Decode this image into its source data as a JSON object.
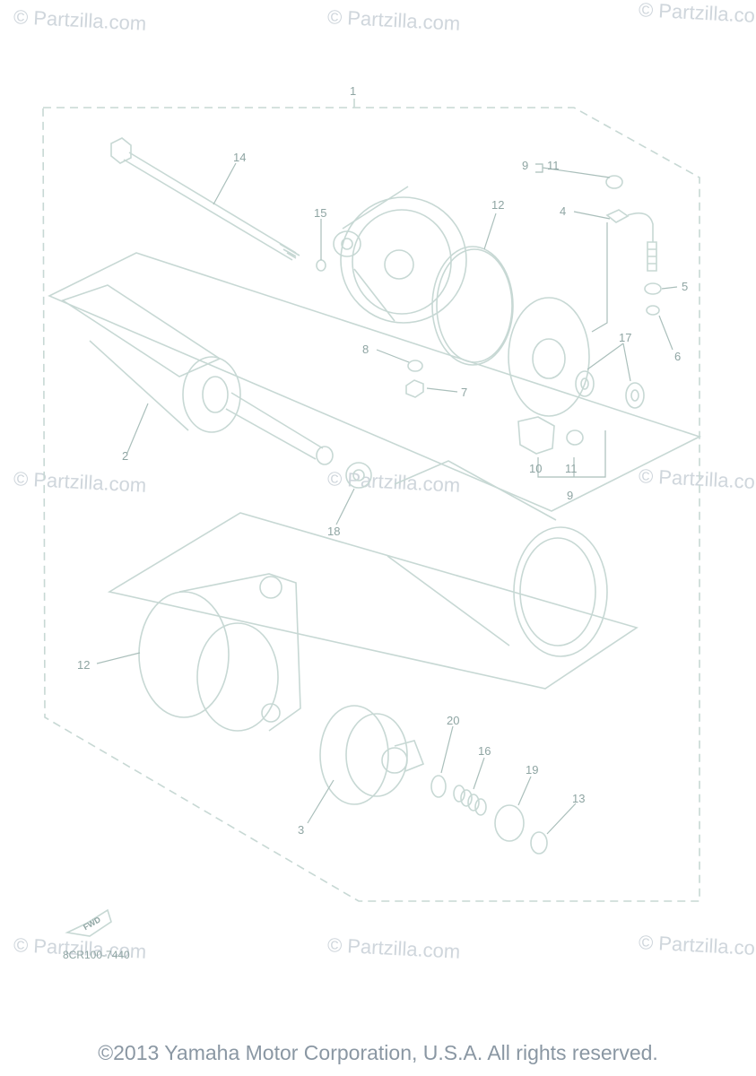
{
  "watermark": "© Partzilla.com",
  "copyright": "©2013 Yamaha Motor Corporation, U.S.A. All rights reserved.",
  "diagram_code": "8CR100-7440",
  "fwd_label": "FWD",
  "colors": {
    "line": "#c7d8d4",
    "callout": "#8fa5a3",
    "watermark": "#cfd6dc",
    "copyright": "#8a97a3"
  },
  "callouts": {
    "c1": "1",
    "c2": "2",
    "c3": "3",
    "c4": "4",
    "c5": "5",
    "c6": "6",
    "c7": "7",
    "c8": "8",
    "c9a": "9",
    "c9b": "9",
    "c10": "10",
    "c11a": "11",
    "c11b": "11",
    "c12a": "12",
    "c12b": "12",
    "c13": "13",
    "c14": "14",
    "c15": "15",
    "c16": "16",
    "c17": "17",
    "c18": "18",
    "c19": "19",
    "c20": "20"
  }
}
